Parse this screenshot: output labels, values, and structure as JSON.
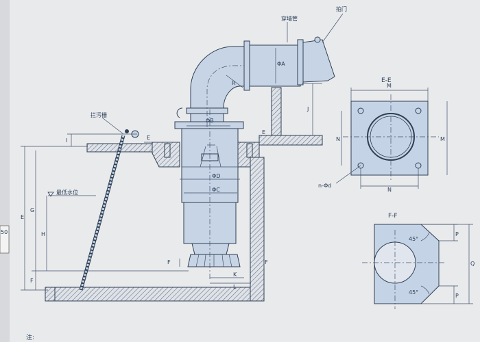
{
  "colors": {
    "paper": "#e9eaec",
    "ink": "#2e3f52",
    "fill": "#c7d4e6",
    "hatch": "#5b6e86"
  },
  "labels": {
    "cui_zha_qi": "拦污栅",
    "chuan_qiang_guan": "穿墙管",
    "pai_men": "拍门",
    "lowest_water": "最低水位",
    "phi_a": "ΦA",
    "phi_b": "ΦB",
    "phi_c": "ΦC",
    "phi_d": "ΦD",
    "r": "R",
    "j": "J",
    "i": "I",
    "e_left": "E",
    "e_right": "E",
    "g": "G",
    "h": "H",
    "f": "F",
    "k": "K",
    "l": "L",
    "big_e": "E",
    "section_f_left": "F",
    "section_f_right": "F",
    "ee_title": "E-E",
    "m": "M",
    "n_left": "N",
    "n_bottom": "N",
    "m_right": "M",
    "n_phi_d": "n-Φd",
    "ff_title": "F-F",
    "p_top": "P",
    "p_bottom": "P",
    "q": "Q",
    "deg_top": "45°",
    "deg_bottom": "45°",
    "note": "注:",
    "margin_num": "50"
  }
}
